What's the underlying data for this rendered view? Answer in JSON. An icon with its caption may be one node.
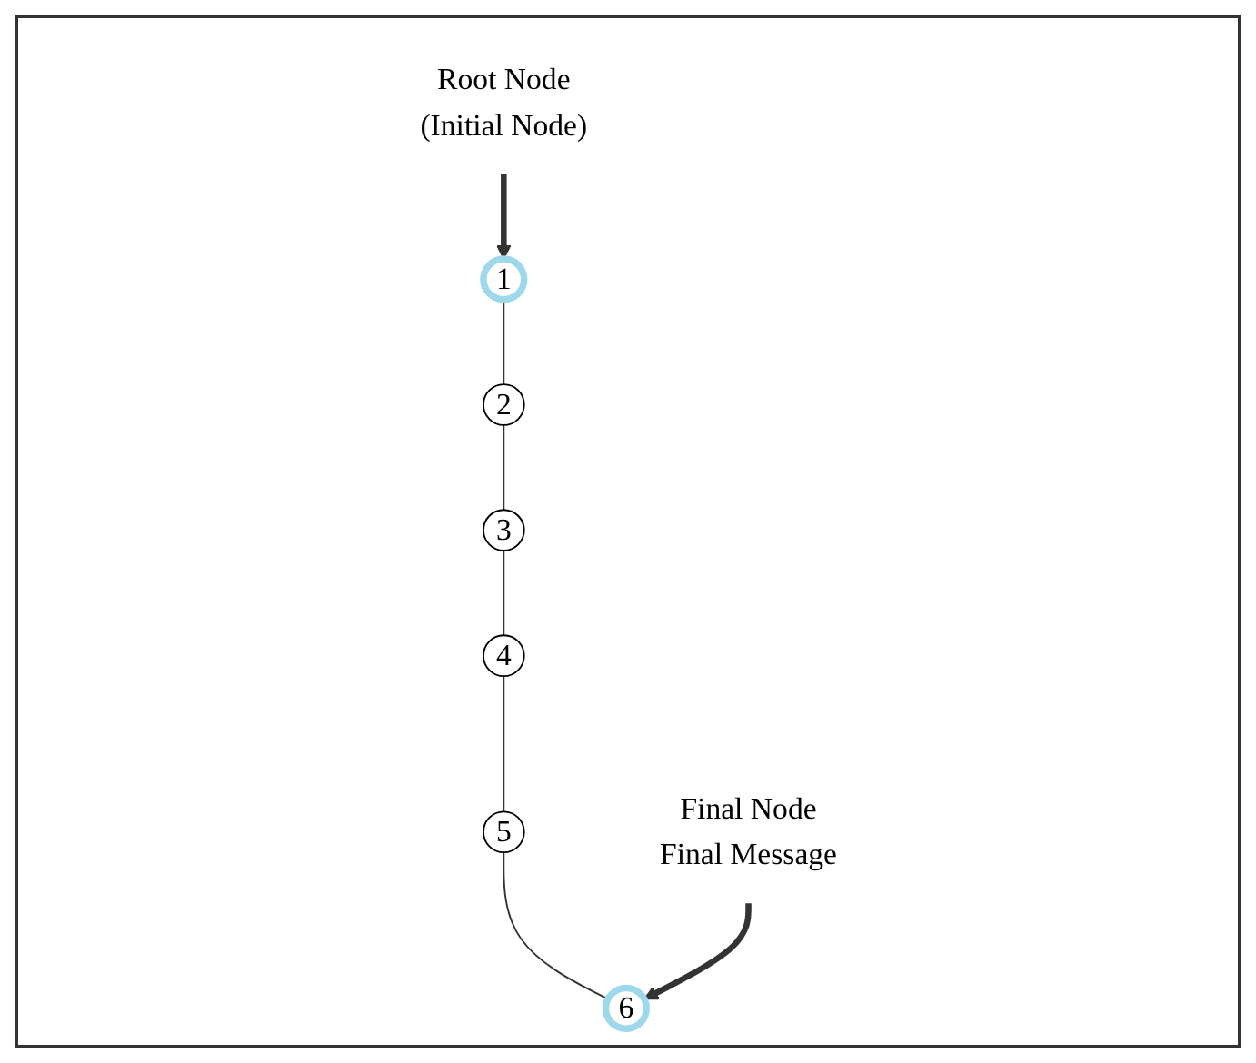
{
  "diagram": {
    "nodes": [
      {
        "text": [
          "Root Node",
          "(Initial Node)"
        ]
      },
      {
        "text": [
          "1"
        ]
      },
      {
        "text": [
          "2"
        ]
      },
      {
        "text": [
          "3"
        ]
      },
      {
        "text": [
          "4"
        ]
      },
      {
        "text": [
          "5"
        ]
      },
      {
        "text": [
          "6"
        ]
      },
      {
        "text": [
          "Final Node",
          "Final Message"
        ]
      }
    ],
    "edges": [
      {
        "from": 0,
        "to": 1,
        "arrow": "to",
        "style": "thick"
      },
      {
        "from": 1,
        "to": 2,
        "arrow": "none"
      },
      {
        "from": 2,
        "to": 3,
        "arrow": "none"
      },
      {
        "from": 3,
        "to": 4,
        "arrow": "none"
      },
      {
        "from": 4,
        "to": 5,
        "arrow": "none"
      },
      {
        "from": 5,
        "to": 6,
        "arrow": "none"
      },
      {
        "from": 7,
        "to": 6,
        "arrow": "to",
        "style": "thick"
      }
    ]
  }
}
